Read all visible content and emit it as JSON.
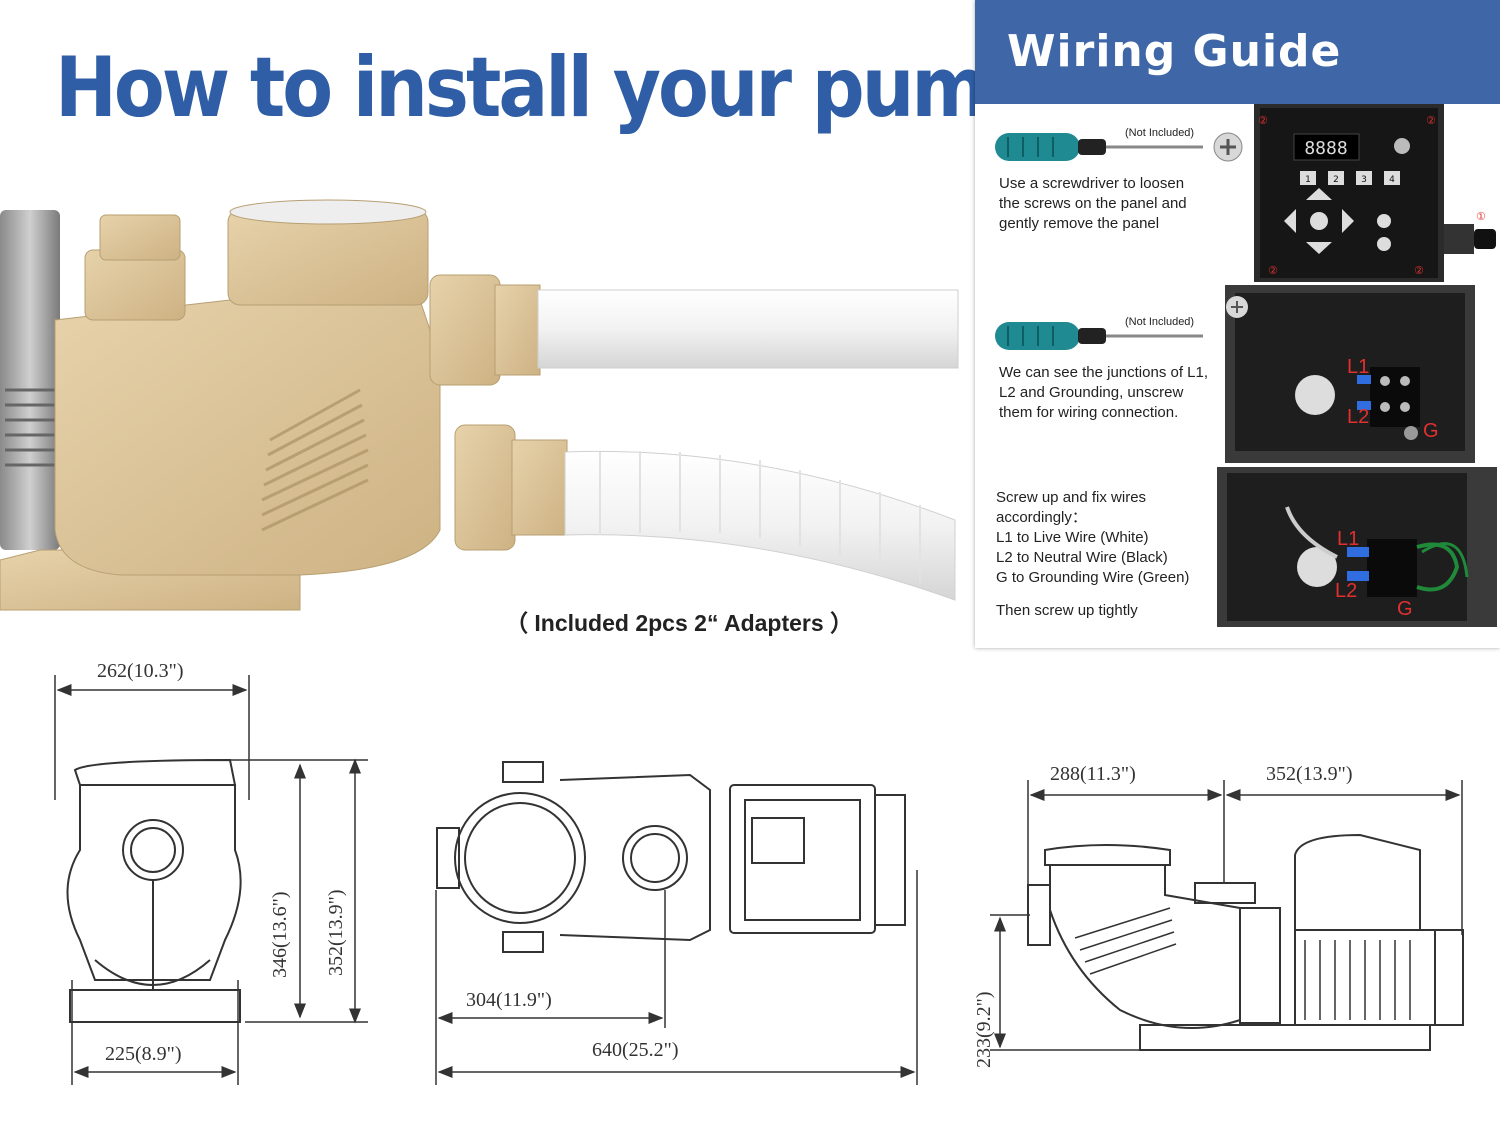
{
  "title": "How to install your pump",
  "adapters_caption": "（ Included 2pcs 2“ Adapters ）",
  "wiring_guide": {
    "title": "Wiring Guide",
    "not_included": "(Not Included)",
    "steps": [
      {
        "text": "Use a screwdriver to loosen the screws on the panel and gently remove the panel"
      },
      {
        "text": "We can see the junctions of L1, L2 and Grounding, unscrew them for wiring connection."
      },
      {
        "lines": [
          "Screw up and fix wires accordingly：",
          "L1 to Live Wire (White)",
          "L2 to Neutral Wire (Black)",
          "G to Grounding Wire (Green)"
        ],
        "final": "Then screw up tightly"
      }
    ],
    "panel_labels": {
      "l1": "L1",
      "l2": "L2",
      "g": "G",
      "markers": [
        "①",
        "②",
        "②",
        "②",
        "②"
      ],
      "display": "8888",
      "keypad": [
        "1",
        "2",
        "3",
        "4"
      ]
    },
    "icons": [
      "screwdriver-icon",
      "phillips-screw-icon"
    ]
  },
  "dimensions": {
    "front": {
      "top_width": "262(10.3\")",
      "height_a": "346(13.6\")",
      "height_b": "352(13.9\")",
      "base_width": "225(8.9\")"
    },
    "top": {
      "partial": "304(11.9\")",
      "length": "640(25.2\")"
    },
    "side": {
      "left_width": "288(11.3\")",
      "right_width": "352(13.9\")",
      "height": "233(9.2\")"
    }
  },
  "colors": {
    "title_blue": "#2f5ea6",
    "header_blue": "#3f67a8",
    "pump_tan": "#d9c198",
    "marker_red": "#e03030"
  }
}
